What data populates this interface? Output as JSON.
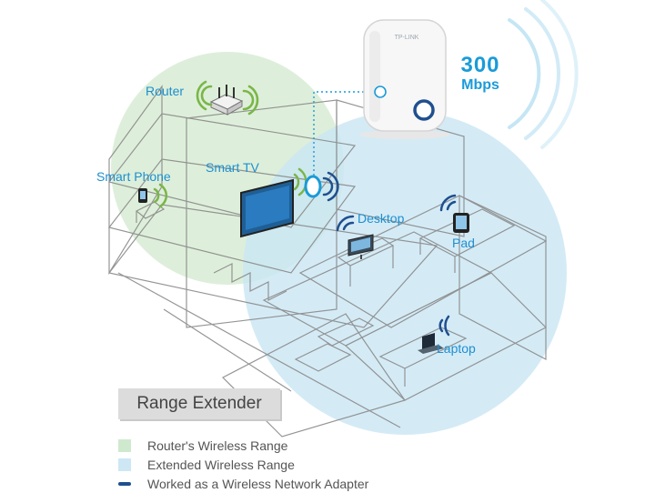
{
  "device": {
    "brand": "TP-LINK",
    "speed_value": "300",
    "speed_unit": "Mbps"
  },
  "labels": {
    "router": "Router",
    "smart_phone": "Smart Phone",
    "smart_tv": "Smart TV",
    "desktop": "Desktop",
    "pad": "Pad",
    "laptop": "Laptop"
  },
  "title": "Range Extender",
  "legend": [
    {
      "label": "Router's Wireless Range",
      "color": "#cfe9cf"
    },
    {
      "label": "Extended Wireless Range",
      "color": "#cde7f5"
    },
    {
      "label": "Worked as a Wireless Network Adapter",
      "color": "#1f4f8f"
    }
  ],
  "colors": {
    "router_range": "#d7ecd4",
    "extended_range": "#c9e6f4",
    "accent_blue": "#1a9bd8",
    "wifi_green": "#7ab648",
    "adapter_dark_blue": "#1f4f8f"
  }
}
